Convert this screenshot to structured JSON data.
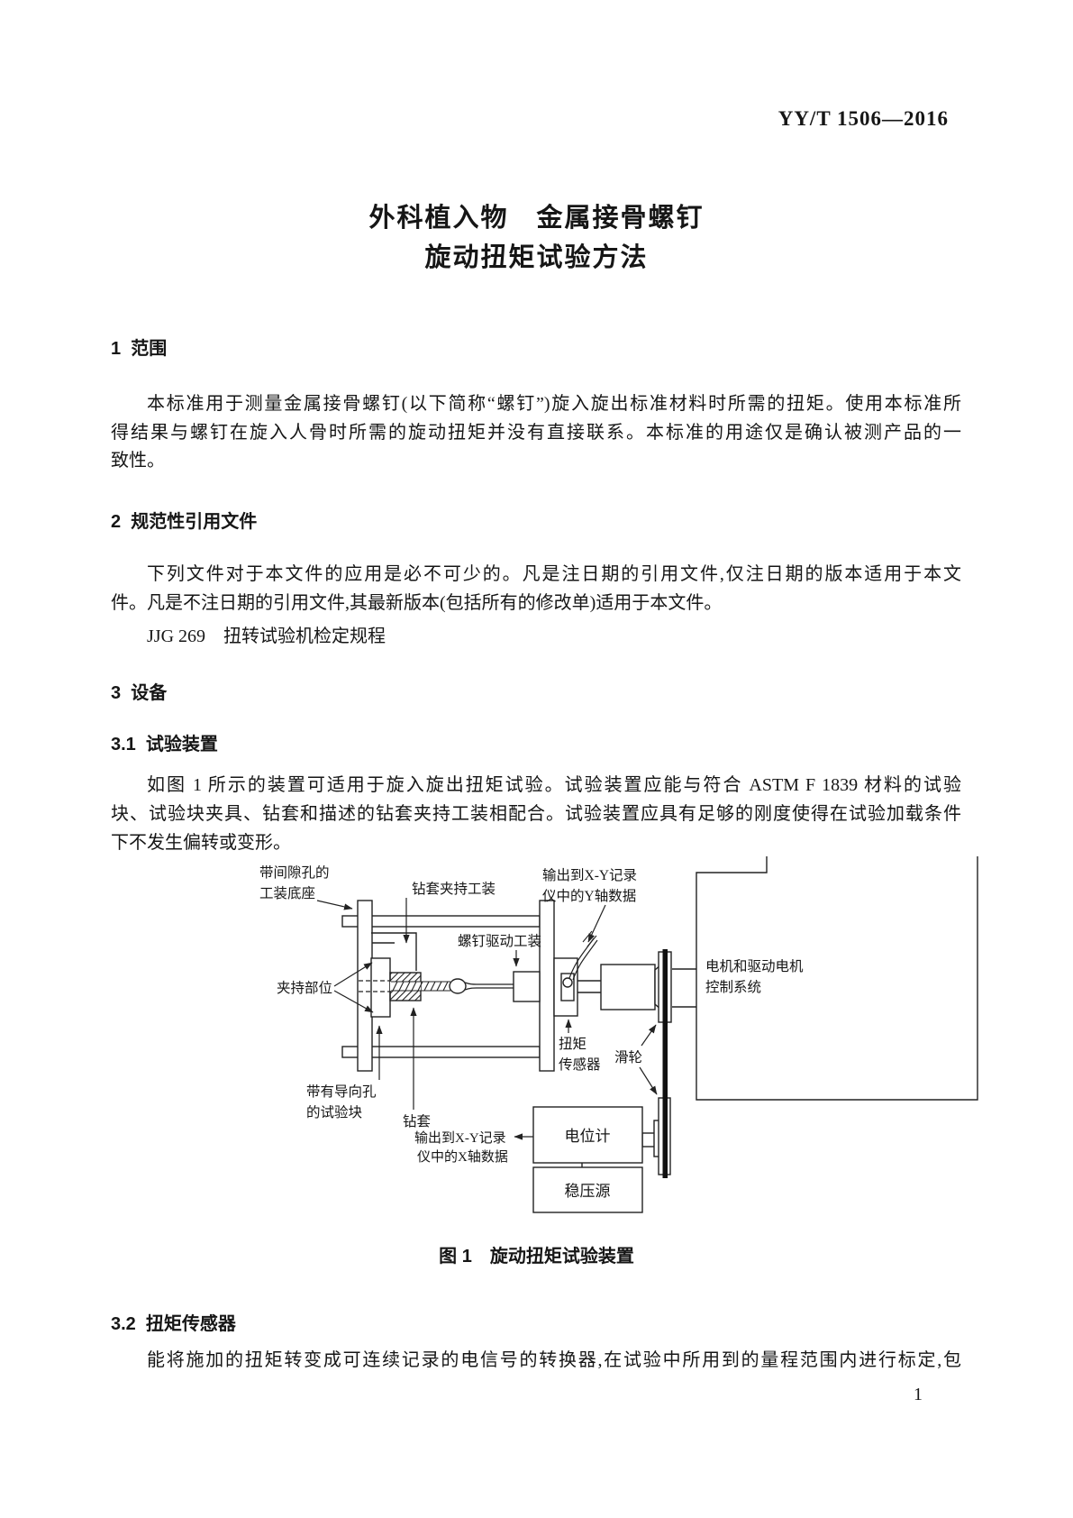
{
  "colors": {
    "paper": "#ffffff",
    "ink": "#161616",
    "line": "#222222",
    "belt": "#111111"
  },
  "header": {
    "standard_number": "YY/T 1506—2016"
  },
  "title": {
    "line1": "外科植入物　金属接骨螺钉",
    "line2": "旋动扭矩试验方法"
  },
  "section1": {
    "heading": "1  范围",
    "p1_l1": "本标准用于测量金属接骨螺钉(以下简称“螺钉”)旋入旋出标准材料时所需的扭矩。使用本标准所",
    "p1_l2": "得结果与螺钉在旋入人骨时所需的旋动扭矩并没有直接联系。本标准的用途仅是确认被测产品的一",
    "p1_l3": "致性。"
  },
  "section2": {
    "heading": "2  规范性引用文件",
    "p1_l1": "下列文件对于本文件的应用是必不可少的。凡是注日期的引用文件,仅注日期的版本适用于本文",
    "p1_l2": "件。凡是不注日期的引用文件,其最新版本(包括所有的修改单)适用于本文件。",
    "reference": "JJG 269　扭转试验机检定规程"
  },
  "section3": {
    "heading": "3  设备",
    "s31_heading": "3.1  试验装置",
    "p1_l1": "如图 1 所示的装置可适用于旋入旋出扭矩试验。试验装置应能与符合 ASTM F 1839 材料的试验",
    "p1_l2": "块、试验块夹具、钻套和描述的钻套夹持工装相配合。试验装置应具有足够的刚度使得在试验加载条件",
    "p1_l3": "下不发生偏转或变形。",
    "s32_heading": "3.2  扭矩传感器",
    "p2_l1": "能将施加的扭矩转变成可连续记录的电信号的转换器,在试验中所用到的量程范围内进行标定,包"
  },
  "figure": {
    "caption": "图 1　旋动扭矩试验装置",
    "labels": {
      "fixture_base_1": "带间隙孔的",
      "fixture_base_2": "工装底座",
      "sleeve_fixture": "钻套夹持工装",
      "y_output_1": "输出到X-Y记录",
      "y_output_2": "仪中的Y轴数据",
      "screw_driver": "螺钉驱动工装",
      "clamp": "夹持部位",
      "motor_1": "电机和驱动电机",
      "motor_2": "控制系统",
      "torque_1": "扭矩",
      "torque_2": "传感器",
      "pulley": "滑轮",
      "test_block_1": "带有导向孔",
      "test_block_2": "的试验块",
      "drill_sleeve": "钻套",
      "x_output_1": "输出到X-Y记录",
      "x_output_2": "仪中的X轴数据",
      "potentiometer": "电位计",
      "power_supply": "稳压源"
    }
  },
  "page_number": "1"
}
